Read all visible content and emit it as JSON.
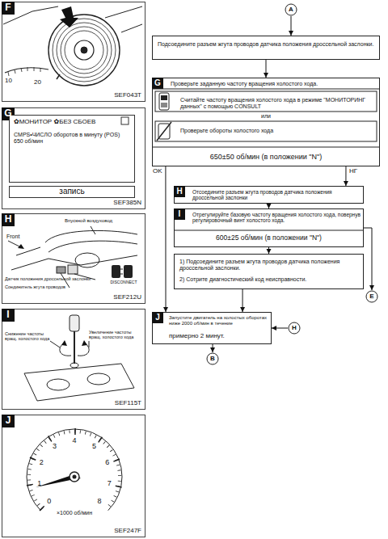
{
  "diagram": {
    "nodes": [
      {
        "text": [
          "SEF043T"
        ]
      },
      {
        "text": [
          "F"
        ],
        "in": 0
      },
      {
        "text": [
          "SEF385N"
        ]
      },
      {
        "text": [
          "G"
        ],
        "in": 2
      },
      {
        "text": [
          "✿МОНИТОР ✿БЕЗ СБОЕВ",
          "CMPS•ЧИСЛО оборотов в минуту (POS) 650 об/мин"
        ],
        "in": 2
      },
      {
        "text": [
          "запись"
        ],
        "in": 2
      },
      {
        "text": [
          "SEF212U"
        ]
      },
      {
        "text": [
          "H"
        ],
        "in": 6
      },
      {
        "text": [
          "SEF115T"
        ]
      },
      {
        "text": [
          "I"
        ],
        "in": 8
      },
      {
        "text": [
          "SEF247F"
        ]
      },
      {
        "text": [
          "J"
        ],
        "in": 10
      },
      {
        "text": [
          "A"
        ]
      },
      {
        "text": [
          "Подсоедините разъем жгута проводов датчика положения дроссельной заслонки."
        ]
      },
      {
        "text": [
          "Проверьте заданную частоту вращения холостого хода.",
          "Считайте частоту вращения холостого хода в режиме \"МОНИТОРИНГ данных\" с помощью CONSULT",
          "или",
          "Проверьте обороты холостого хода",
          "650±50 об/мин (в положении \"N\")"
        ]
      },
      {
        "text": [
          "G"
        ],
        "in": 14
      },
      {
        "text": [
          "Отсоедините разъем жгута проводов датчика положения дроссельной заслонки"
        ]
      },
      {
        "text": [
          "H"
        ],
        "in": 16
      },
      {
        "text": [
          "Отрегулируйте базовую частоту вращения холостого хода, повернув регулировочный винт холостого хода.",
          "600±25 об/мин (в положении \"N\")"
        ]
      },
      {
        "text": [
          "I"
        ],
        "in": 18
      },
      {
        "text": [
          "1) Подсоедините разъем жгута проводов датчика положения дроссельной заслонки.",
          "2) Сотрите диагностический код неисправности."
        ]
      },
      {
        "text": [
          "E"
        ]
      },
      {
        "text": [
          "Запустите двигатель на холостых оборотах ниже 2000 об/мин в течение",
          "примерно 2 минут."
        ]
      },
      {
        "text": [
          "J"
        ],
        "in": 22
      },
      {
        "text": [
          "H"
        ]
      },
      {
        "text": [
          "B"
        ]
      }
    ],
    "edges": [
      {
        "from": 12,
        "to": 13,
        "arrow": "to"
      },
      {
        "from": 13,
        "to": 14,
        "arrow": "to"
      },
      {
        "from": 14,
        "to": 22,
        "label": "OK",
        "arrow": "to"
      },
      {
        "from": 14,
        "to": 16,
        "label": "НГ",
        "arrow": "to"
      },
      {
        "from": 16,
        "to": 18,
        "arrow": "to"
      },
      {
        "from": 18,
        "to": 20,
        "arrow": "to"
      },
      {
        "from": 18,
        "to": 21,
        "arrow": "to"
      },
      {
        "from": 20,
        "to": 22,
        "arrow": "to"
      },
      {
        "from": 24,
        "to": 22,
        "arrow": "to"
      },
      {
        "from": 22,
        "to": 25,
        "arrow": "to"
      }
    ],
    "labels": [
      "10",
      "20",
      "Front",
      "Впускной воздуховод",
      "Датчик положения дроссельной заслонки",
      "Соединитель жгута проводов",
      "DISCONNECT",
      "Снижение частоты вращ. холостого хода",
      "Увеличение частоты вращ. холостого хода",
      "0",
      "1",
      "2",
      "3",
      "4",
      "5",
      "6",
      "7",
      "8",
      "×1000 об/мин"
    ]
  }
}
